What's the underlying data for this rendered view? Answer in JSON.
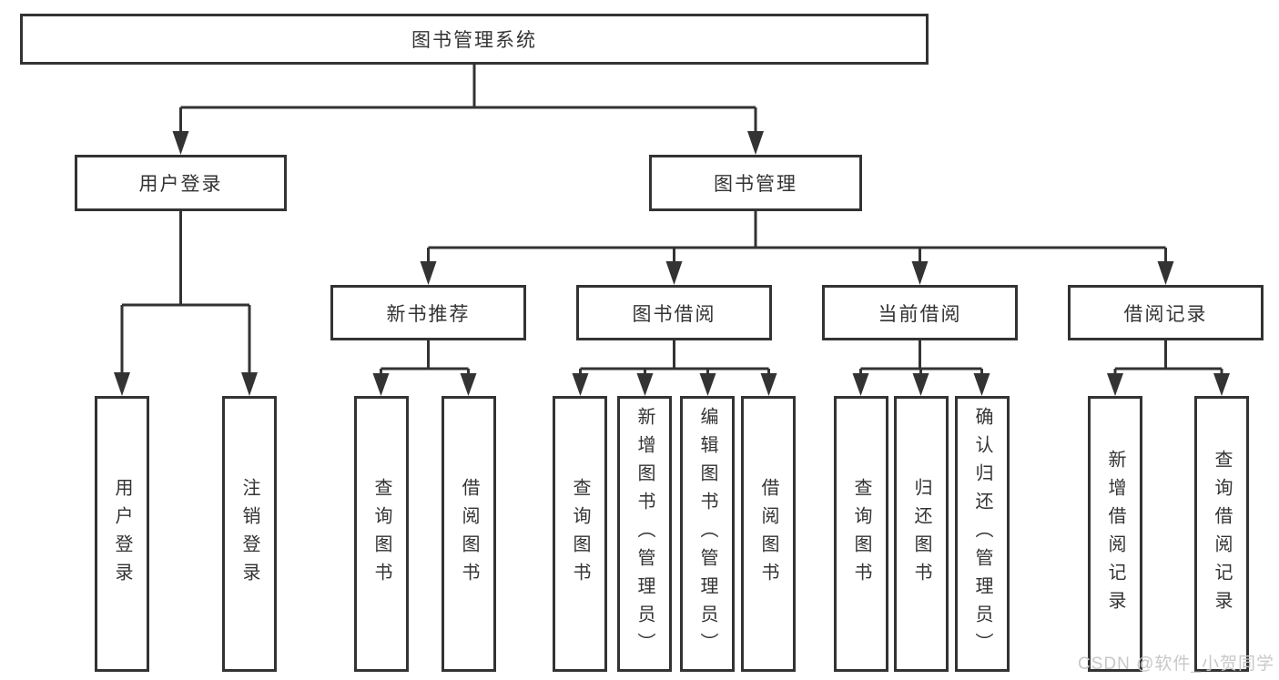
{
  "diagram": {
    "title": "图书管理系统",
    "branches": [
      {
        "label": "用户登录",
        "children": [
          {
            "label": "用户登录"
          },
          {
            "label": "注销登录"
          }
        ]
      },
      {
        "label": "图书管理",
        "children": [
          {
            "label": "新书推荐",
            "children": [
              {
                "label": "查询图书"
              },
              {
                "label": "借阅图书"
              }
            ]
          },
          {
            "label": "图书借阅",
            "children": [
              {
                "label": "查询图书"
              },
              {
                "label": "新增图书（管理员）"
              },
              {
                "label": "编辑图书（管理员）"
              },
              {
                "label": "借阅图书"
              }
            ]
          },
          {
            "label": "当前借阅",
            "children": [
              {
                "label": "查询图书"
              },
              {
                "label": "归还图书"
              },
              {
                "label": "确认归还（管理员）"
              }
            ]
          },
          {
            "label": "借阅记录",
            "children": [
              {
                "label": "新增借阅记录"
              },
              {
                "label": "查询借阅记录"
              }
            ]
          }
        ]
      }
    ]
  },
  "watermark": {
    "text": "CSDN @软件_小贺同学"
  },
  "colors": {
    "line": "#333333",
    "text": "#333333",
    "background": "#ffffff",
    "watermark": "#c8c8c8"
  }
}
